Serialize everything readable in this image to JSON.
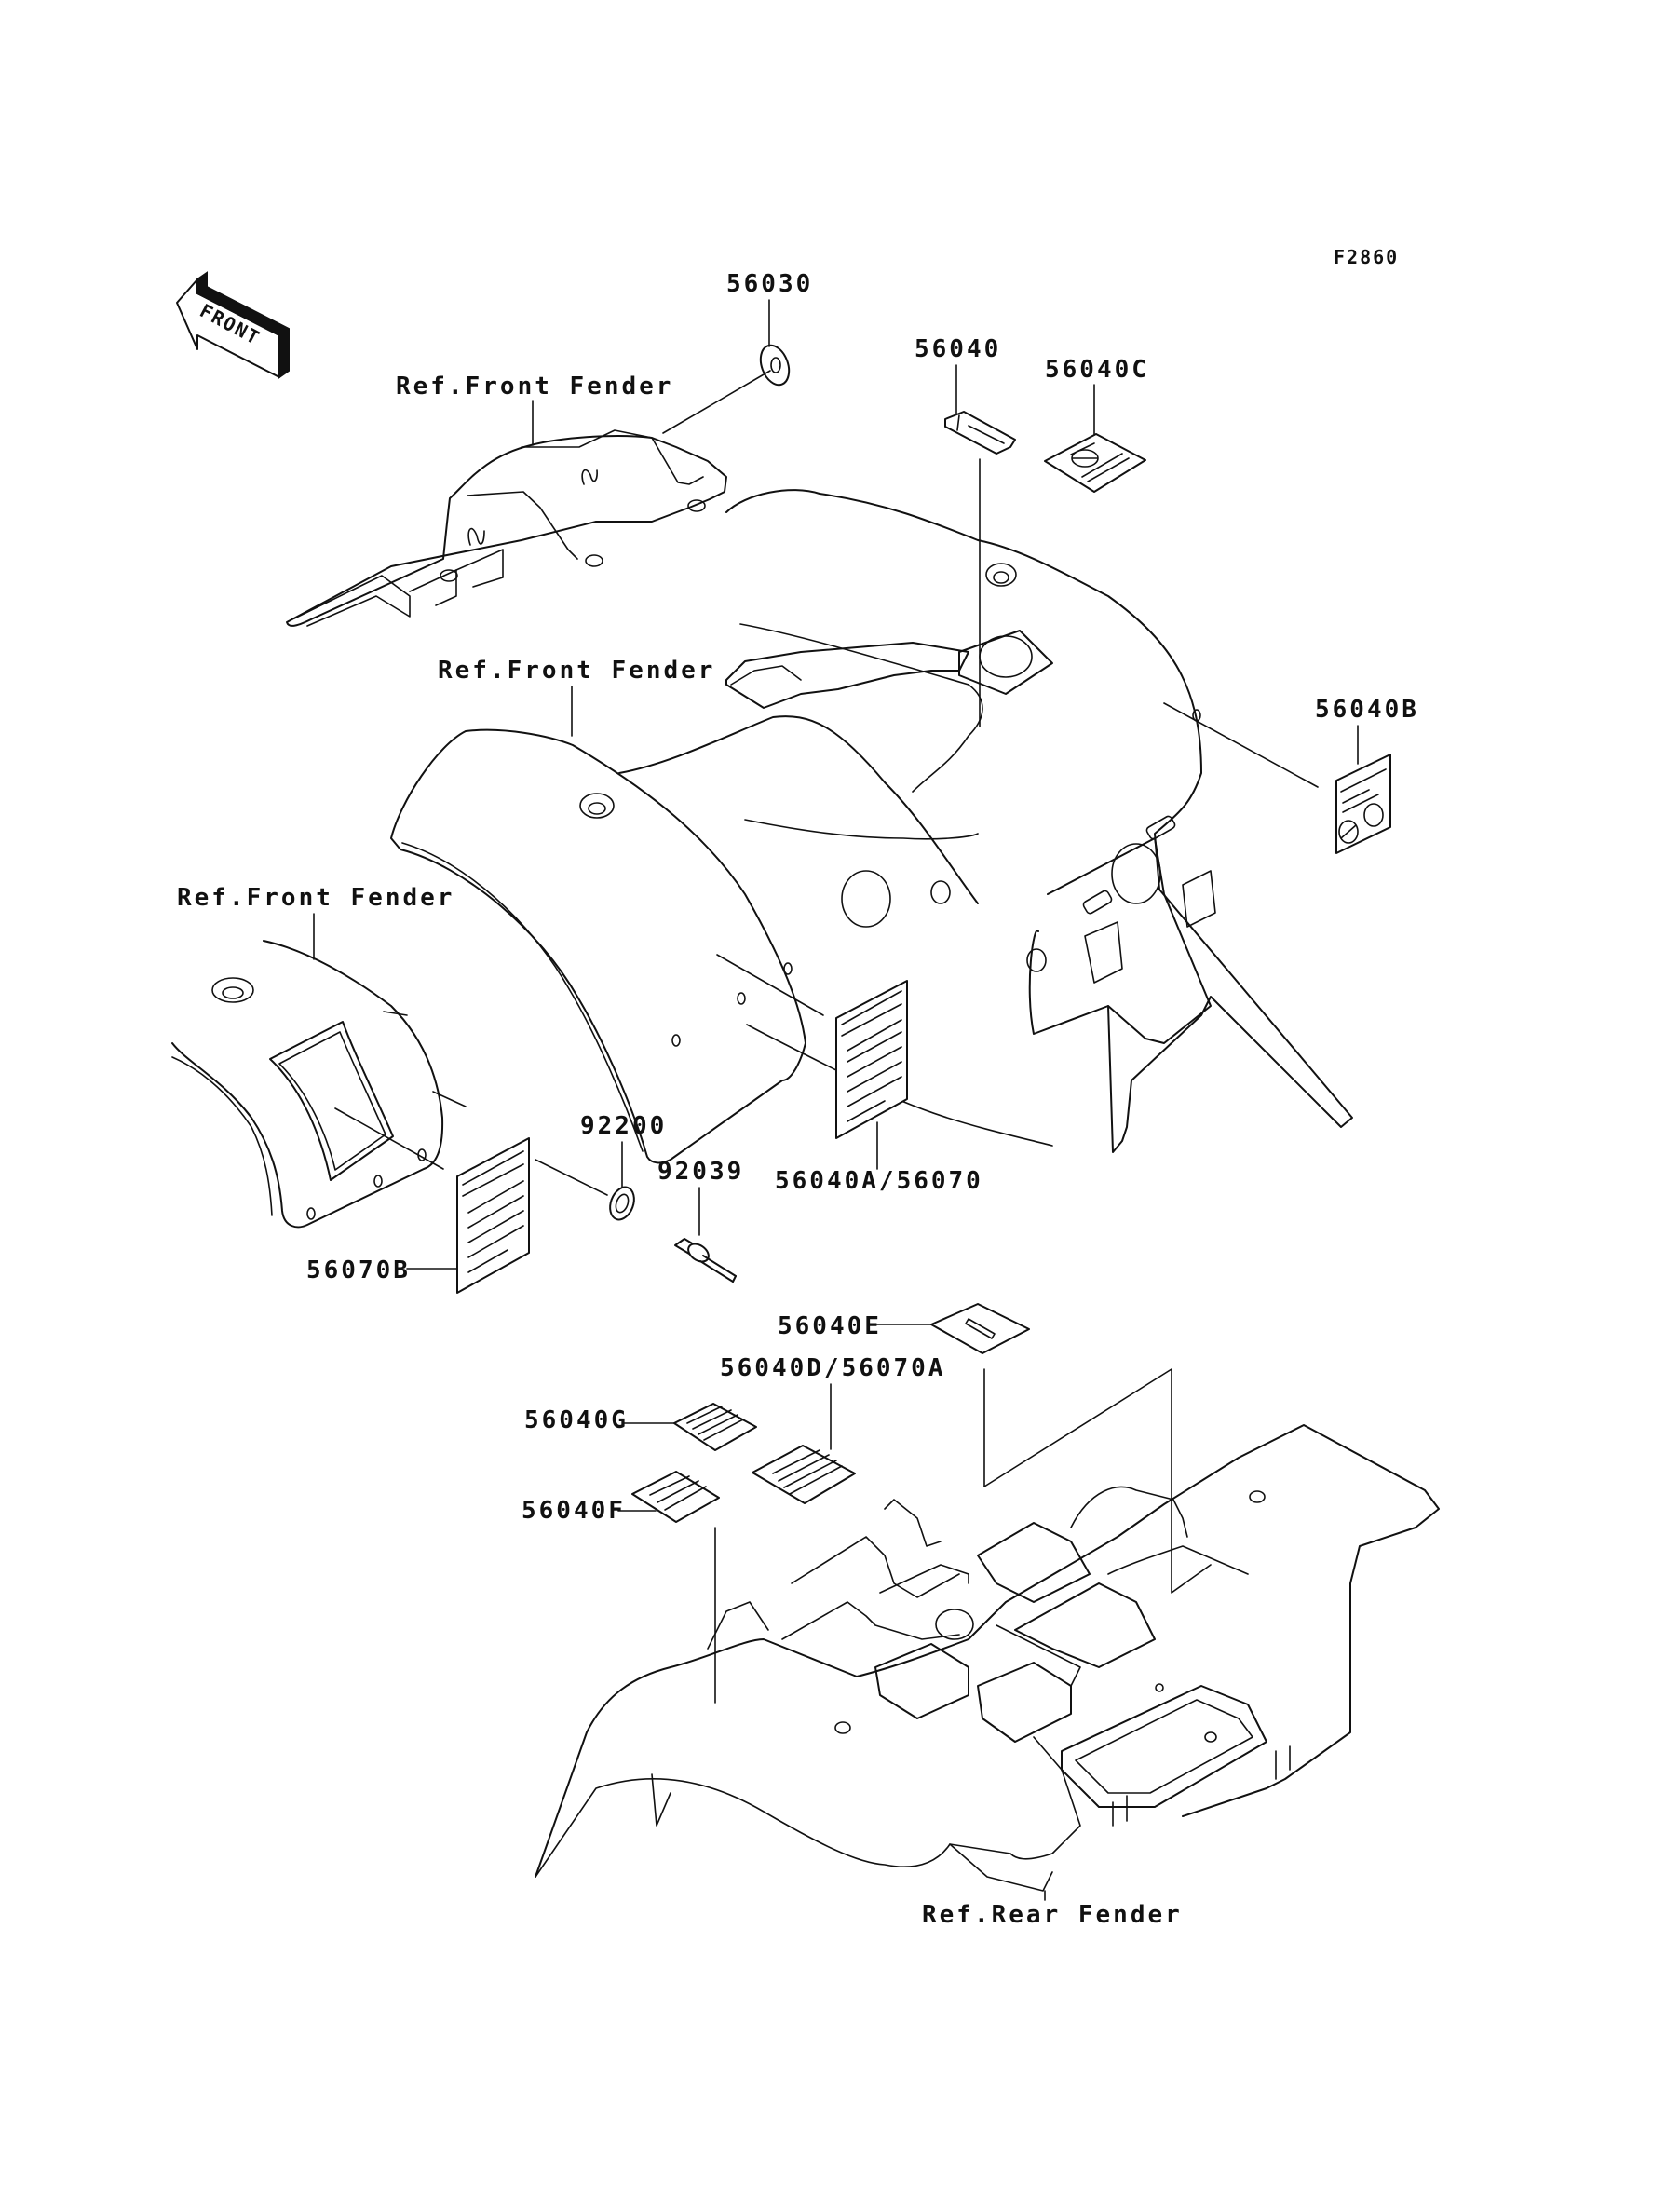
{
  "figure_code": "F2860",
  "orientation": {
    "label": "FRONT",
    "icon": "front-direction-arrow-icon"
  },
  "reference_labels": {
    "front_fender_top": "Ref.Front Fender",
    "front_fender_middle": "Ref.Front Fender",
    "front_fender_left": "Ref.Front Fender",
    "rear_fender": "Ref.Rear Fender"
  },
  "parts": [
    {
      "id": "p56030",
      "number": "56030",
      "description": "round label"
    },
    {
      "id": "p56040",
      "number": "56040",
      "description": "strip label"
    },
    {
      "id": "p56040C",
      "number": "56040C",
      "description": "label"
    },
    {
      "id": "p56040B",
      "number": "56040B",
      "description": "label"
    },
    {
      "id": "p56040A",
      "number": "56040A/56070",
      "description": "warning label"
    },
    {
      "id": "p92200",
      "number": "92200",
      "description": "washer"
    },
    {
      "id": "p92039",
      "number": "92039",
      "description": "rivet"
    },
    {
      "id": "p56070B",
      "number": "56070B",
      "description": "warning label"
    },
    {
      "id": "p56040E",
      "number": "56040E",
      "description": "label"
    },
    {
      "id": "p56040D",
      "number": "56040D/56070A",
      "description": "label"
    },
    {
      "id": "p56040G",
      "number": "56040G",
      "description": "label"
    },
    {
      "id": "p56040F",
      "number": "56040F",
      "description": "label"
    }
  ]
}
